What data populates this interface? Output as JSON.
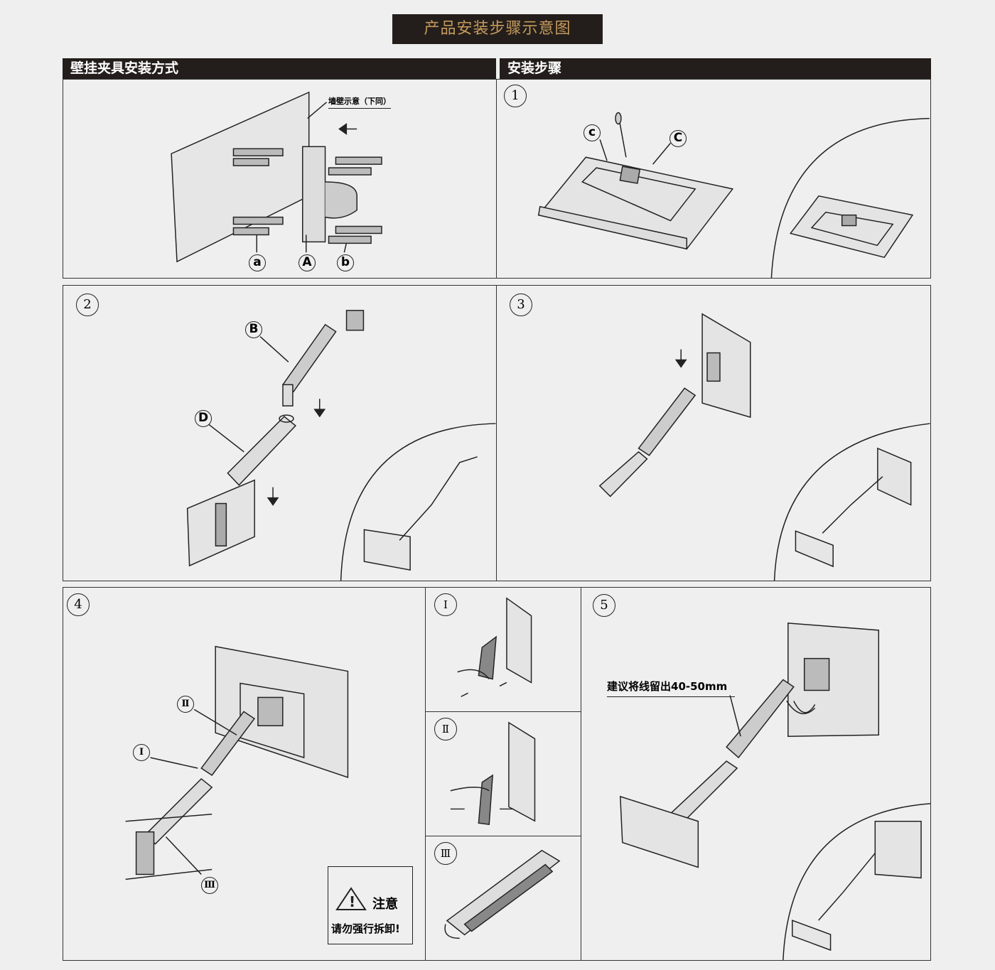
{
  "title": "产品安装步骤示意图",
  "headers": {
    "left": "壁挂夹具安装方式",
    "right": "安装步骤"
  },
  "wall_panel": {
    "note": "墙壁示意（下同）",
    "labels": [
      "a",
      "A",
      "b"
    ]
  },
  "step1": {
    "number": "1",
    "labels": [
      "c",
      "C"
    ]
  },
  "step2": {
    "number": "2",
    "labels": [
      "B",
      "D"
    ]
  },
  "step3": {
    "number": "3"
  },
  "step4": {
    "number": "4",
    "labels": [
      "Ⅱ",
      "Ⅰ",
      "Ⅲ"
    ],
    "warning": {
      "title": "注意",
      "message": "请勿强行拆卸!"
    }
  },
  "substeps": [
    "Ⅰ",
    "Ⅱ",
    "Ⅲ"
  ],
  "step5": {
    "number": "5",
    "note": "建议将线留出40-50mm"
  }
}
